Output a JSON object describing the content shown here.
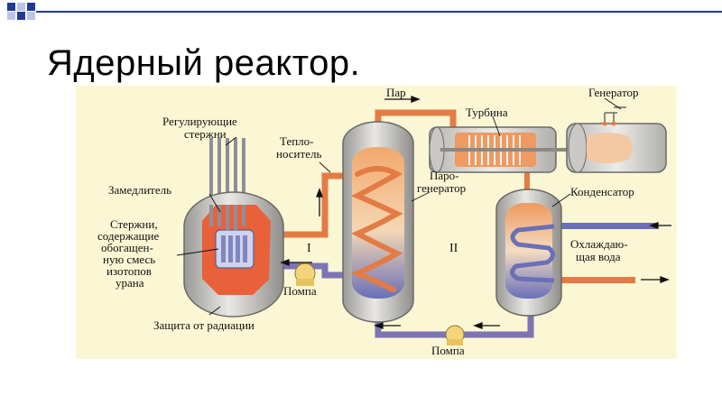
{
  "slide": {
    "title": "Ядерный реактор."
  },
  "diagram": {
    "labels": {
      "control_rods": [
        "Регулирующие",
        "стержни"
      ],
      "moderator": "Замедлитель",
      "fuel_rods": [
        "Стержни,",
        "содержащие",
        "обогащен-",
        "ную смесь",
        "изотопов",
        "урана"
      ],
      "shield": "Защита от радиации",
      "coolant": [
        "Тепло-",
        "носитель"
      ],
      "pump_primary": "Помпа",
      "circuit_one": "I",
      "steam": "Пар",
      "turbine": "Турбина",
      "generator": "Генератор",
      "steam_generator": [
        "Паро-",
        "генератор"
      ],
      "condenser": "Конденсатор",
      "circuit_two": "II",
      "cooling_water": [
        "Охлаждаю-",
        "щая вода"
      ],
      "pump_secondary": "Помпа"
    }
  },
  "colors": {
    "background": "#fbf6d4",
    "hot_pipe": "#e47b44",
    "cold_pipe": "#6b62a8",
    "vessel": "#d1d0cc",
    "core_hot": "#e8613a",
    "blue_water": "#6a70b8",
    "accent_bar": "#1f3a93"
  }
}
